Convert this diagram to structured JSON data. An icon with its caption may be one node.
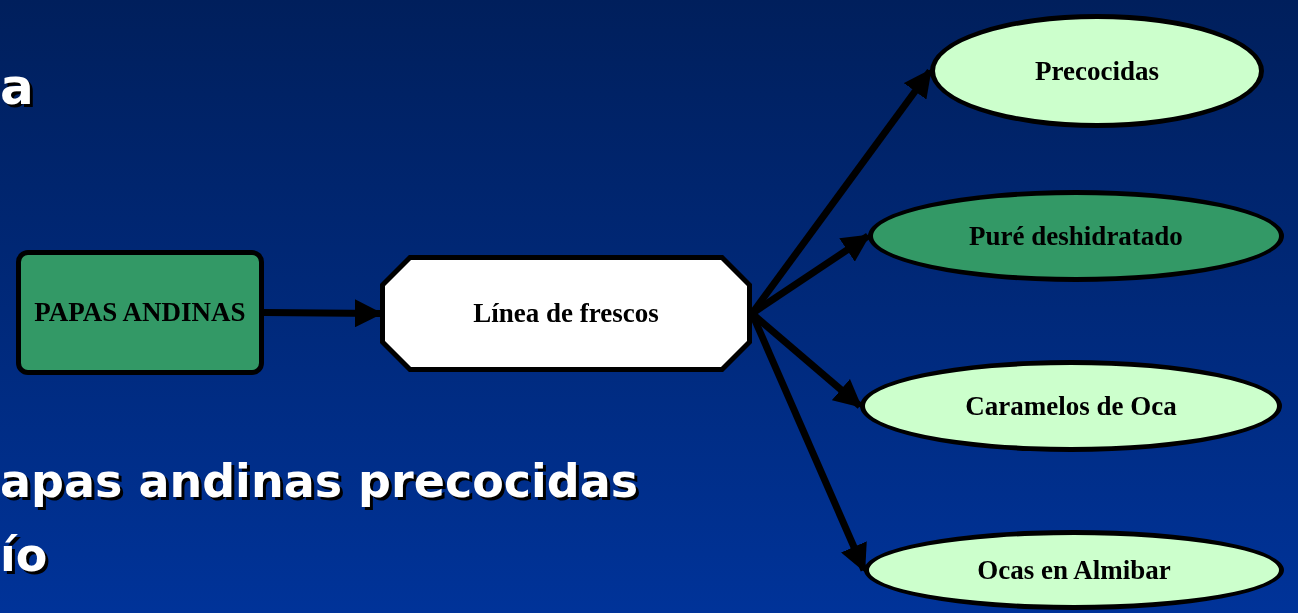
{
  "diagram": {
    "nodes": [
      {
        "text": [
          "PAPAS ANDINAS"
        ]
      },
      {
        "text": [
          "Línea de frescos"
        ]
      },
      {
        "text": [
          "Precocidas"
        ]
      },
      {
        "text": [
          "Puré deshidratado"
        ]
      },
      {
        "text": [
          "Caramelos de Oca"
        ]
      },
      {
        "text": [
          "Ocas en Almibar"
        ]
      }
    ],
    "edges": [
      {
        "from": 0,
        "to": 1,
        "arrow": "to"
      },
      {
        "from": 1,
        "to": 2,
        "arrow": "to"
      },
      {
        "from": 1,
        "to": 3,
        "arrow": "to"
      },
      {
        "from": 1,
        "to": 4,
        "arrow": "to"
      },
      {
        "from": 1,
        "to": 5,
        "arrow": "to"
      }
    ],
    "labels": [
      "a",
      "apas andinas precocidas",
      "ío"
    ]
  }
}
